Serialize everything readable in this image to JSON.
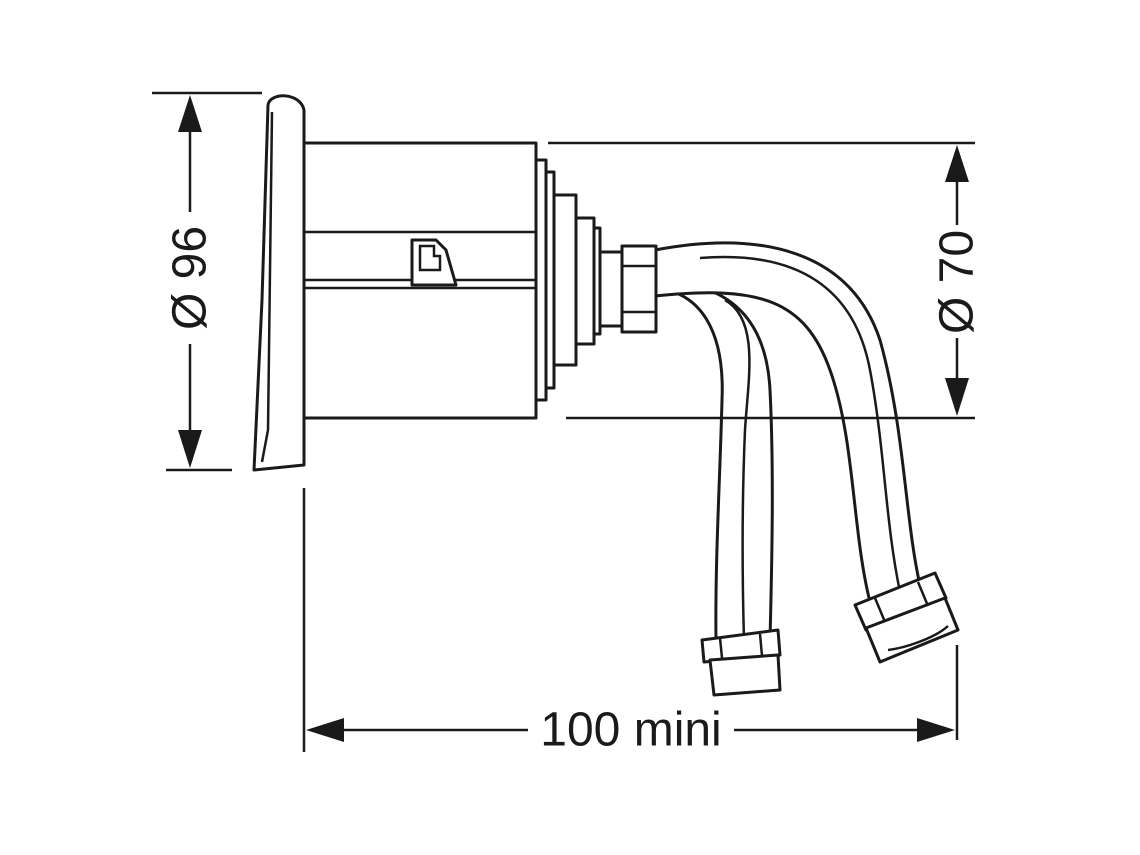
{
  "dimensions": {
    "outer_diameter": "Ø 96",
    "body_diameter": "Ø 70",
    "min_depth": "100 mini"
  },
  "colors": {
    "line": "#1a1a1a",
    "background": "#ffffff"
  }
}
